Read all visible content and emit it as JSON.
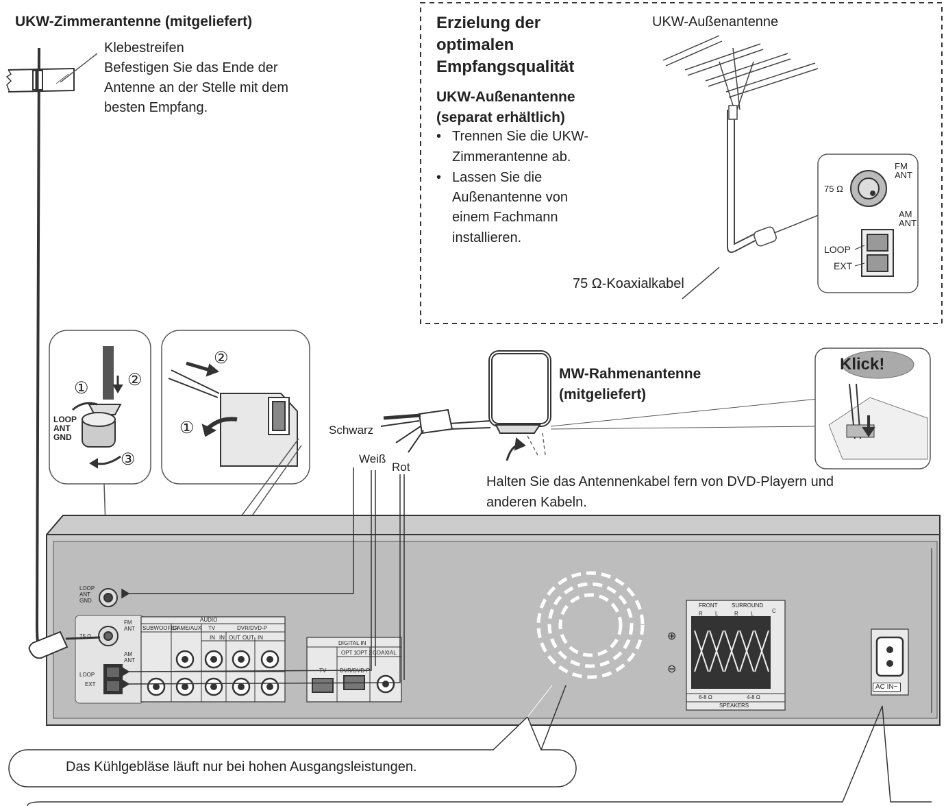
{
  "indoor": {
    "title": "UKW-Zimmerantenne (mitgeliefert)",
    "tape_label": "Klebestreifen",
    "tape_hint": [
      "Befestigen Sie das Ende der",
      "Antenne an der Stelle mit dem",
      "besten Empfang."
    ]
  },
  "optimal": {
    "title": [
      "Erzielung der",
      "optimalen",
      "Empfangsqualität"
    ],
    "outdoor_title": [
      "UKW-Außenantenne",
      "(separat erhältlich)"
    ],
    "bullets": [
      [
        "Trennen Sie die UKW-",
        "Zimmerantenne ab."
      ],
      [
        "Lassen Sie die",
        "Außenantenne von",
        "einem Fachmann",
        "installieren."
      ]
    ],
    "antenna_label": "UKW-Außenantenne",
    "coax_label": "75 Ω-Koaxialkabel",
    "inset": {
      "fm": [
        "FM",
        "ANT"
      ],
      "am": [
        "AM",
        "ANT"
      ],
      "ohm": "75 Ω",
      "loop": "LOOP",
      "ext": "EXT"
    }
  },
  "steps": {
    "s1": "①",
    "s2": "②",
    "s3": "③",
    "knob_label": [
      "LOOP",
      "ANT",
      "GND"
    ]
  },
  "am_loop": {
    "title": [
      "MW-Rahmenantenne",
      "(mitgeliefert)"
    ],
    "click": "Klick!",
    "wire_black": "Schwarz",
    "wire_white": "Weiß",
    "wire_red": "Rot",
    "keep_away": [
      "Halten  Sie das Antennenkabel  fern von  DVD-Playern  und",
      "anderen Kabeln."
    ]
  },
  "panel": {
    "loop_gnd": [
      "LOOP",
      "ANT",
      "GND"
    ],
    "fm_ant": [
      "FM",
      "ANT"
    ],
    "am_ant": [
      "AM",
      "ANT"
    ],
    "ohm": "75 Ω",
    "loop": "LOOP",
    "ext": "EXT",
    "audio": "AUDIO",
    "audio_cols": [
      "SUBWOOFER",
      "GAME/AUX",
      "TV",
      "DVR/DVD-P"
    ],
    "audio_sub": [
      "IN",
      "IN",
      "OUT",
      "OUT",
      "IN"
    ],
    "digital_in": "DIGITAL IN",
    "digital_cols": [
      "OPT 1",
      "OPT 2",
      "COAXIAL"
    ],
    "digital_src": [
      "TV",
      "DVR/DVD-P"
    ],
    "speaker_groups": [
      "FRONT",
      "SURROUND",
      "C"
    ],
    "speaker_rl": [
      "R",
      "L",
      "R",
      "L"
    ],
    "ohms": [
      "6-8 Ω",
      "4-8 Ω"
    ],
    "speakers": "SPEAKERS",
    "plus": "⊕",
    "minus": "⊖",
    "ac_in": "AC IN~"
  },
  "fan_note": "Das Kühlgebläse läuft nur bei hohen Ausgangsleistungen."
}
